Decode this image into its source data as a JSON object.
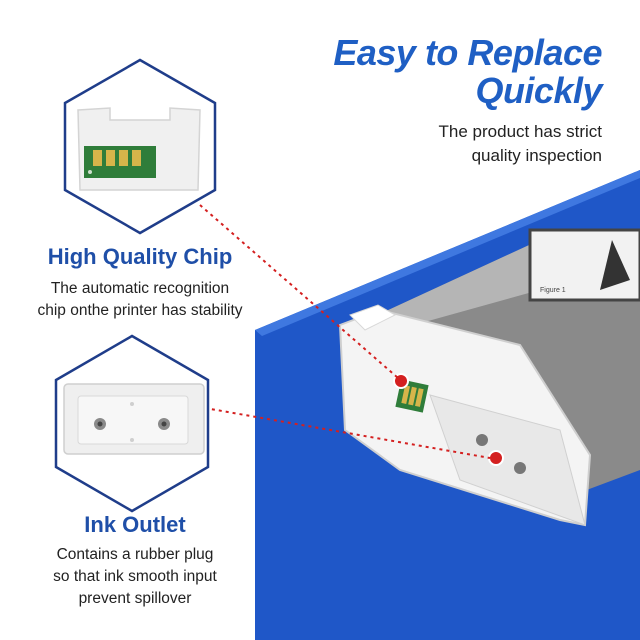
{
  "headline": {
    "line1": "Easy to Replace",
    "line2": "Quickly",
    "sub_line1": "The product has strict",
    "sub_line2": "quality inspection"
  },
  "chip_feature": {
    "title": "High Quality Chip",
    "desc_line1": "The automatic recognition",
    "desc_line2": "chip onthe printer has stability"
  },
  "outlet_feature": {
    "title": "Ink Outlet",
    "desc_line1": "Contains a rubber plug",
    "desc_line2": "so that ink smooth input",
    "desc_line3": "prevent spillover"
  },
  "colors": {
    "accent_blue": "#1f5fc4",
    "title_blue": "#1f4fa8",
    "platform_blue": "#1f57c8",
    "marker_red": "#d42020",
    "chip_green": "#2f7d3a"
  }
}
